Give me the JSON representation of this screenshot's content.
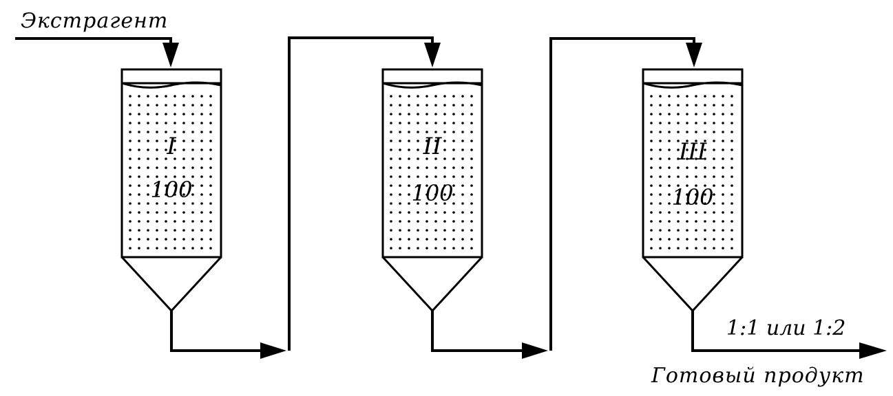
{
  "diagram": {
    "input_label": "Экстрагент",
    "output_ratio": "1:1 или 1:2",
    "output_label": "Готовый продукт",
    "vessels": [
      {
        "roman": "I",
        "value": "100"
      },
      {
        "roman": "II",
        "value": "100"
      },
      {
        "roman": "III",
        "value": "100"
      }
    ]
  }
}
